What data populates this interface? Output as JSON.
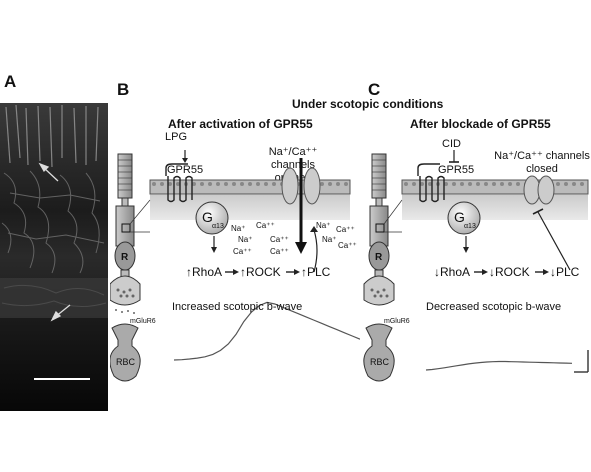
{
  "panels": {
    "a": {
      "letter": "A"
    },
    "b": {
      "letter": "B",
      "heading": "After activation of GPR55",
      "ligand": "LPG",
      "receptor": "GPR55",
      "g_protein": "G",
      "g_subscript": "α13",
      "channel_state": "Na⁺/Ca⁺⁺ channels\nopened",
      "ions": [
        "Na⁺",
        "Ca⁺⁺",
        "Na⁺",
        "Ca⁺⁺",
        "Ca⁺⁺",
        "Na⁺",
        "Ca⁺⁺",
        "Na⁺",
        "Ca⁺⁺",
        "Ca⁺⁺"
      ],
      "cascade": [
        "↑RhoA",
        "↑ROCK",
        "↑PLC"
      ],
      "cell_r": "R",
      "mglur": "mGluR6",
      "rbc": "RBC",
      "bwave_caption": "Increased scotopic b-wave",
      "bwave_trace": [
        0,
        0.2,
        0.6,
        1.2,
        2,
        3.5,
        6,
        10,
        16,
        24,
        30,
        34,
        36,
        35,
        33,
        31,
        29,
        27,
        25,
        23,
        21,
        19,
        17,
        15,
        13
      ]
    },
    "c": {
      "letter": "C",
      "heading": "After blockade of GPR55",
      "blocker": "CID",
      "receptor": "GPR55",
      "g_protein": "G",
      "g_subscript": "α13",
      "channel_state": "Na⁺/Ca⁺⁺ channels\nclosed",
      "cascade": [
        "↓RhoA",
        "↓ROCK",
        "↓PLC"
      ],
      "cell_r": "R",
      "mglur": "mGluR6",
      "rbc": "RBC",
      "bwave_caption": "Decreased scotopic b-wave",
      "bwave_trace": [
        0,
        0.3,
        0.8,
        1.4,
        2,
        2.6,
        3.2,
        3.8,
        4.3,
        4.7,
        5,
        5.2,
        5.3,
        5.3,
        5.2,
        5.1,
        5,
        4.9,
        4.8,
        4.7,
        4.6,
        4.5,
        4.4,
        4.3,
        4.2
      ]
    }
  },
  "shared_heading": "Under scotopic conditions"
}
